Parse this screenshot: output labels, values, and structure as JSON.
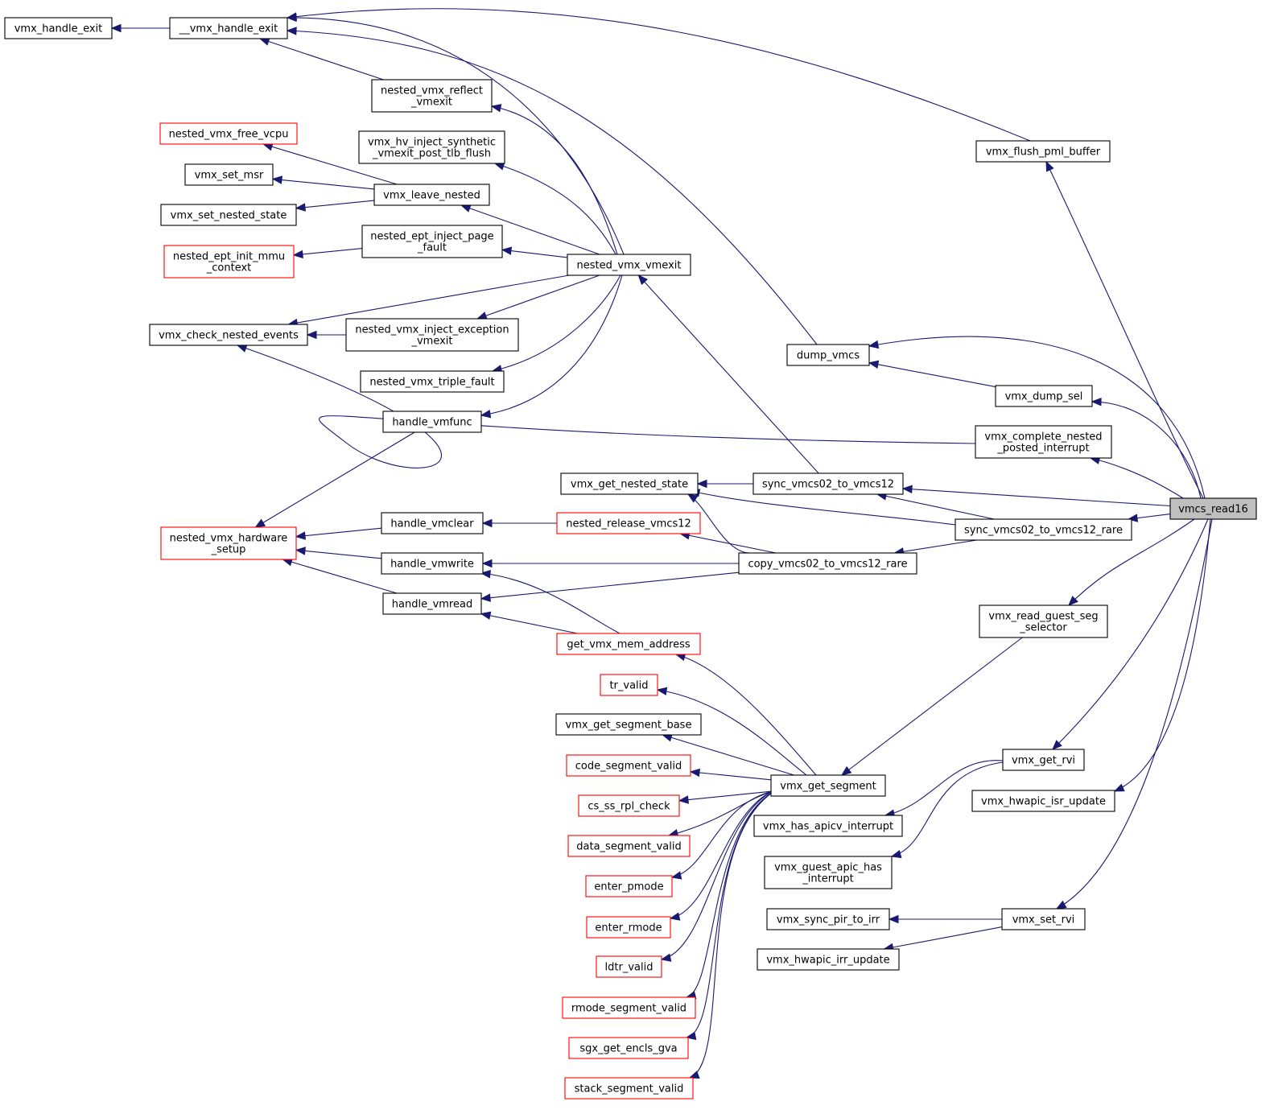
{
  "colors": {
    "edge": "#191970",
    "box_border": "#000000",
    "truncated_border": "#ff0000",
    "root_fill": "#bfbfbf"
  },
  "nodes": {
    "n0": {
      "lines": [
        "vmx_handle_exit"
      ],
      "style": "normal"
    },
    "n1": {
      "lines": [
        "__vmx_handle_exit"
      ],
      "style": "normal"
    },
    "n2": {
      "lines": [
        "nested_vmx_reflect",
        "_vmexit"
      ],
      "style": "normal"
    },
    "n3": {
      "lines": [
        "nested_vmx_free_vcpu"
      ],
      "style": "red"
    },
    "n4": {
      "lines": [
        "vmx_hv_inject_synthetic",
        "_vmexit_post_tlb_flush"
      ],
      "style": "normal"
    },
    "n5": {
      "lines": [
        "vmx_set_msr"
      ],
      "style": "normal"
    },
    "n6": {
      "lines": [
        "vmx_leave_nested"
      ],
      "style": "normal"
    },
    "n7": {
      "lines": [
        "vmx_set_nested_state"
      ],
      "style": "normal"
    },
    "n8": {
      "lines": [
        "nested_ept_inject_page",
        "_fault"
      ],
      "style": "normal"
    },
    "n9": {
      "lines": [
        "nested_ept_init_mmu",
        "_context"
      ],
      "style": "red"
    },
    "n10": {
      "lines": [
        "nested_vmx_vmexit"
      ],
      "style": "normal"
    },
    "n11": {
      "lines": [
        "vmx_check_nested_events"
      ],
      "style": "normal"
    },
    "n12": {
      "lines": [
        "nested_vmx_inject_exception",
        "_vmexit"
      ],
      "style": "normal"
    },
    "n13": {
      "lines": [
        "nested_vmx_triple_fault"
      ],
      "style": "normal"
    },
    "n14": {
      "lines": [
        "handle_vmfunc"
      ],
      "style": "normal"
    },
    "n15": {
      "lines": [
        "vmx_flush_pml_buffer"
      ],
      "style": "normal"
    },
    "n16": {
      "lines": [
        "dump_vmcs"
      ],
      "style": "normal"
    },
    "n17": {
      "lines": [
        "vmx_dump_sel"
      ],
      "style": "normal"
    },
    "n18": {
      "lines": [
        "vmx_complete_nested",
        "_posted_interrupt"
      ],
      "style": "normal"
    },
    "n19": {
      "lines": [
        "vmx_get_nested_state"
      ],
      "style": "normal"
    },
    "n20": {
      "lines": [
        "sync_vmcs02_to_vmcs12"
      ],
      "style": "normal"
    },
    "n21": {
      "lines": [
        "vmcs_read16"
      ],
      "style": "root"
    },
    "n22": {
      "lines": [
        "nested_vmx_hardware",
        "_setup"
      ],
      "style": "red"
    },
    "n23": {
      "lines": [
        "handle_vmclear"
      ],
      "style": "normal"
    },
    "n24": {
      "lines": [
        "nested_release_vmcs12"
      ],
      "style": "red"
    },
    "n25": {
      "lines": [
        "sync_vmcs02_to_vmcs12_rare"
      ],
      "style": "normal"
    },
    "n26": {
      "lines": [
        "handle_vmwrite"
      ],
      "style": "normal"
    },
    "n27": {
      "lines": [
        "copy_vmcs02_to_vmcs12_rare"
      ],
      "style": "normal"
    },
    "n28": {
      "lines": [
        "handle_vmread"
      ],
      "style": "normal"
    },
    "n29": {
      "lines": [
        "vmx_read_guest_seg",
        "_selector"
      ],
      "style": "normal"
    },
    "n30": {
      "lines": [
        "get_vmx_mem_address"
      ],
      "style": "red"
    },
    "n31": {
      "lines": [
        "tr_valid"
      ],
      "style": "red"
    },
    "n32": {
      "lines": [
        "vmx_get_segment_base"
      ],
      "style": "normal"
    },
    "n33": {
      "lines": [
        "code_segment_valid"
      ],
      "style": "red"
    },
    "n34": {
      "lines": [
        "vmx_get_segment"
      ],
      "style": "normal"
    },
    "n35": {
      "lines": [
        "vmx_get_rvi"
      ],
      "style": "normal"
    },
    "n36": {
      "lines": [
        "vmx_hwapic_isr_update"
      ],
      "style": "normal"
    },
    "n37": {
      "lines": [
        "cs_ss_rpl_check"
      ],
      "style": "red"
    },
    "n38": {
      "lines": [
        "vmx_has_apicv_interrupt"
      ],
      "style": "normal"
    },
    "n39": {
      "lines": [
        "data_segment_valid"
      ],
      "style": "red"
    },
    "n40": {
      "lines": [
        "vmx_guest_apic_has",
        "_interrupt"
      ],
      "style": "normal"
    },
    "n41": {
      "lines": [
        "enter_pmode"
      ],
      "style": "red"
    },
    "n42": {
      "lines": [
        "enter_rmode"
      ],
      "style": "red"
    },
    "n43": {
      "lines": [
        "vmx_sync_pir_to_irr"
      ],
      "style": "normal"
    },
    "n44": {
      "lines": [
        "vmx_set_rvi"
      ],
      "style": "normal"
    },
    "n45": {
      "lines": [
        "vmx_hwapic_irr_update"
      ],
      "style": "normal"
    },
    "n46": {
      "lines": [
        "ldtr_valid"
      ],
      "style": "red"
    },
    "n47": {
      "lines": [
        "rmode_segment_valid"
      ],
      "style": "red"
    },
    "n48": {
      "lines": [
        "sgx_get_encls_gva"
      ],
      "style": "red"
    },
    "n49": {
      "lines": [
        "stack_segment_valid"
      ],
      "style": "red"
    }
  },
  "edges": [
    [
      "n0",
      "n1"
    ],
    [
      "n1",
      "n15"
    ],
    [
      "n1",
      "n16"
    ],
    [
      "n1",
      "n10"
    ],
    [
      "n1",
      "n2"
    ],
    [
      "n2",
      "n10"
    ],
    [
      "n4",
      "n10"
    ],
    [
      "n6",
      "n10"
    ],
    [
      "n8",
      "n10"
    ],
    [
      "n11",
      "n10"
    ],
    [
      "n12",
      "n10"
    ],
    [
      "n13",
      "n10"
    ],
    [
      "n14",
      "n10"
    ],
    [
      "n3",
      "n6"
    ],
    [
      "n5",
      "n6"
    ],
    [
      "n7",
      "n6"
    ],
    [
      "n9",
      "n8"
    ],
    [
      "n11",
      "n12"
    ],
    [
      "n10",
      "n20"
    ],
    [
      "n11",
      "n18"
    ],
    [
      "n22",
      "n14"
    ],
    [
      "n22",
      "n23"
    ],
    [
      "n22",
      "n26"
    ],
    [
      "n22",
      "n28"
    ],
    [
      "n23",
      "n24"
    ],
    [
      "n24",
      "n27"
    ],
    [
      "n26",
      "n27"
    ],
    [
      "n28",
      "n27"
    ],
    [
      "n26",
      "n30"
    ],
    [
      "n28",
      "n30"
    ],
    [
      "n19",
      "n20"
    ],
    [
      "n19",
      "n25"
    ],
    [
      "n19",
      "n27"
    ],
    [
      "n20",
      "n25"
    ],
    [
      "n27",
      "n25"
    ],
    [
      "n15",
      "n21"
    ],
    [
      "n16",
      "n21"
    ],
    [
      "n16",
      "n17"
    ],
    [
      "n17",
      "n21"
    ],
    [
      "n18",
      "n21"
    ],
    [
      "n20",
      "n21"
    ],
    [
      "n25",
      "n21"
    ],
    [
      "n29",
      "n21"
    ],
    [
      "n35",
      "n21"
    ],
    [
      "n36",
      "n21"
    ],
    [
      "n44",
      "n21"
    ],
    [
      "n34",
      "n29"
    ],
    [
      "n30",
      "n34"
    ],
    [
      "n31",
      "n34"
    ],
    [
      "n32",
      "n34"
    ],
    [
      "n33",
      "n34"
    ],
    [
      "n37",
      "n34"
    ],
    [
      "n39",
      "n34"
    ],
    [
      "n41",
      "n34"
    ],
    [
      "n42",
      "n34"
    ],
    [
      "n46",
      "n34"
    ],
    [
      "n47",
      "n34"
    ],
    [
      "n48",
      "n34"
    ],
    [
      "n49",
      "n34"
    ],
    [
      "n38",
      "n35"
    ],
    [
      "n40",
      "n35"
    ],
    [
      "n43",
      "n44"
    ],
    [
      "n45",
      "n44"
    ]
  ]
}
